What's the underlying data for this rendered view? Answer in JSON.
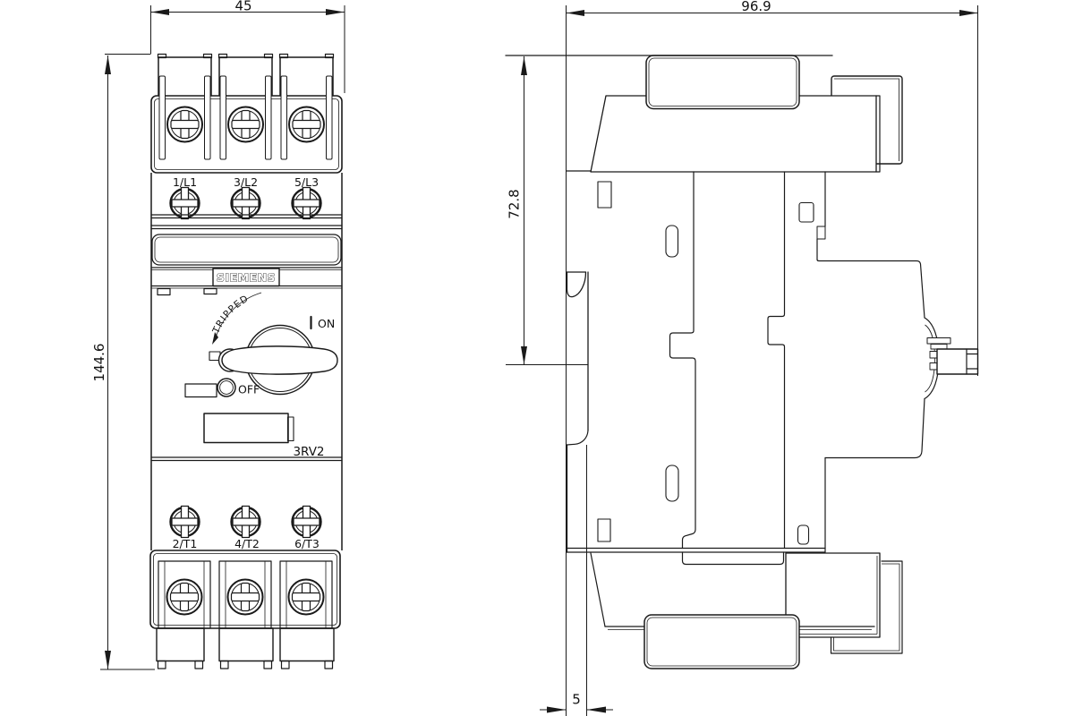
{
  "brand": "SIEMENS",
  "model": "3RV2",
  "front_view": {
    "width_dim": "45",
    "height_dim": "144.6",
    "terminals_top": [
      "1/L1",
      "3/L2",
      "5/L3"
    ],
    "terminals_bottom": [
      "2/T1",
      "4/T2",
      "6/T3"
    ],
    "tripped_label": "TRIPPED",
    "on_label": "ON",
    "off_label": "OFF"
  },
  "side_view": {
    "depth_dim": "96.9",
    "height_dim": "72.8",
    "rail_offset_dim": "5"
  },
  "colors": {
    "line": "#1a1a1a",
    "background": "#ffffff"
  }
}
